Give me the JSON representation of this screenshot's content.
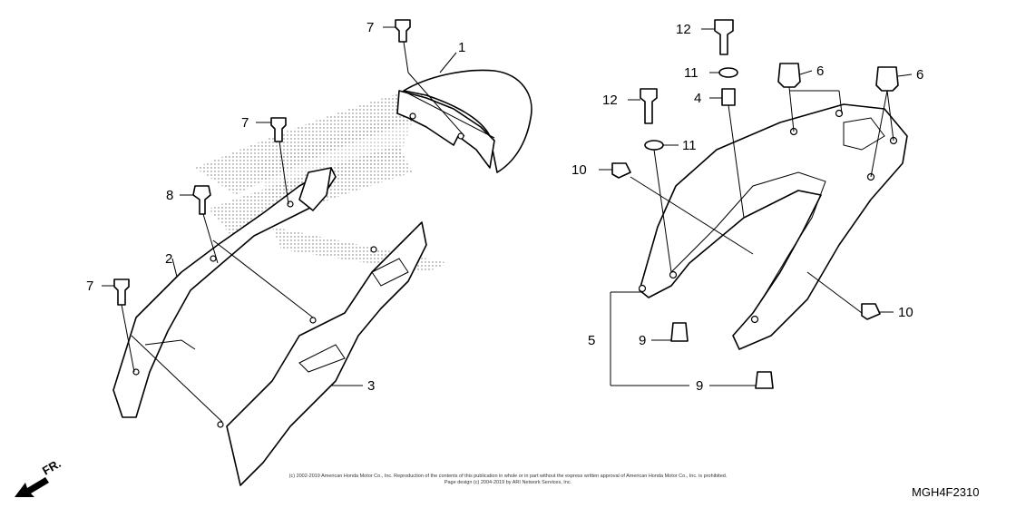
{
  "diagram": {
    "code": "MGH4F2310",
    "direction_label": "FR.",
    "copyright_line1": "(c) 2002-2019 American Honda Motor Co., Inc. Reproduction of the contents of this publication in whole or in part without the express written approval of American Honda Motor Co., Inc. is prohibited.",
    "copyright_line2": "Page design (c) 2004-2019 by ARI Network Services, Inc.",
    "callouts": {
      "c1": "1",
      "c2": "2",
      "c3": "3",
      "c4": "4",
      "c5": "5",
      "c6a": "6",
      "c6b": "6",
      "c7a": "7",
      "c7b": "7",
      "c7c": "7",
      "c8": "8",
      "c9a": "9",
      "c9b": "9",
      "c10a": "10",
      "c10b": "10",
      "c11a": "11",
      "c11b": "11",
      "c12a": "12",
      "c12b": "12"
    }
  }
}
